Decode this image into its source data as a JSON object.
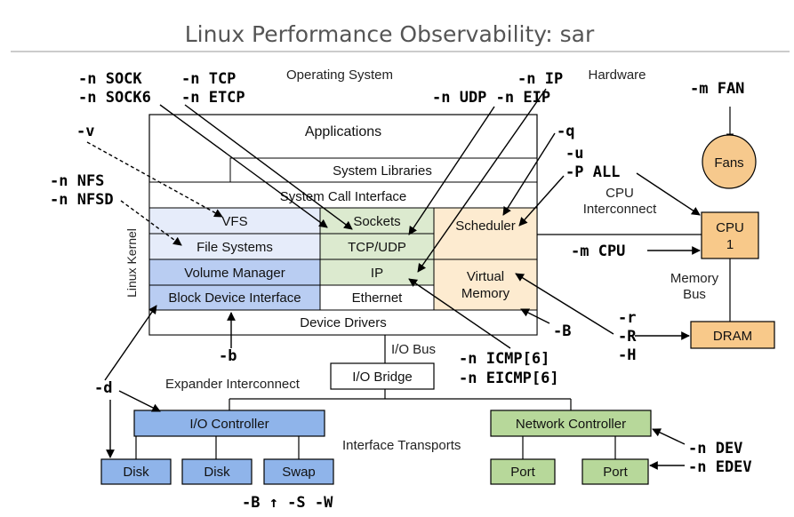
{
  "title": "Linux Performance Observability: sar",
  "regions": {
    "os": "Operating System",
    "hardware": "Hardware",
    "kernel": "Linux Kernel",
    "cpu_interconnect": "CPU\nInterconnect",
    "memory_bus": "Memory\nBus",
    "io_bus": "I/O Bus",
    "expander": "Expander Interconnect",
    "transports": "Interface Transports"
  },
  "stack": {
    "applications": "Applications",
    "system_libraries": "System Libraries",
    "syscall_interface": "System Call Interface",
    "vfs": "VFS",
    "file_systems": "File Systems",
    "volume_manager": "Volume Manager",
    "block_device": "Block Device Interface",
    "sockets": "Sockets",
    "tcp_udp": "TCP/UDP",
    "ip": "IP",
    "ethernet": "Ethernet",
    "scheduler": "Scheduler",
    "virtual_memory": "Virtual\nMemory",
    "device_drivers": "Device Drivers"
  },
  "hardware": {
    "fans": "Fans",
    "cpu": "CPU\n1",
    "dram": "DRAM",
    "io_bridge": "I/O Bridge",
    "io_controller": "I/O Controller",
    "disk1": "Disk",
    "disk2": "Disk",
    "swap": "Swap",
    "network_controller": "Network Controller",
    "port1": "Port",
    "port2": "Port"
  },
  "options": {
    "sock": "-n SOCK\n-n SOCK6",
    "tcp": "-n TCP\n-n ETCP",
    "ip": "-n IP",
    "udp_eip": "-n UDP -n EIP",
    "fan": "-m FAN",
    "v": "-v",
    "nfs": "-n NFS\n-n NFSD",
    "q": "-q",
    "cpu_all": "-u\n-P ALL",
    "m_cpu": "-m CPU",
    "rrh": "-r\n-R\n-H",
    "b_vm": "-B",
    "icmp": "-n ICMP[6]\n-n EICMP[6]",
    "b_block": "-b",
    "d": "-d",
    "dev": "-n DEV\n-n EDEV",
    "swap_opts": "-B ↑ -S -W"
  },
  "colors": {
    "storage_blue": "#8fb4ea",
    "storage_light": "#e6ecfa",
    "network_green": "#dceacf",
    "network_controller": "#b7d89a",
    "cpu_orange": "#f8c98a",
    "scheduler_light": "#fdebd0",
    "fans_orange": "#f6c98d",
    "line": "#000000",
    "title_gray": "#555555"
  }
}
